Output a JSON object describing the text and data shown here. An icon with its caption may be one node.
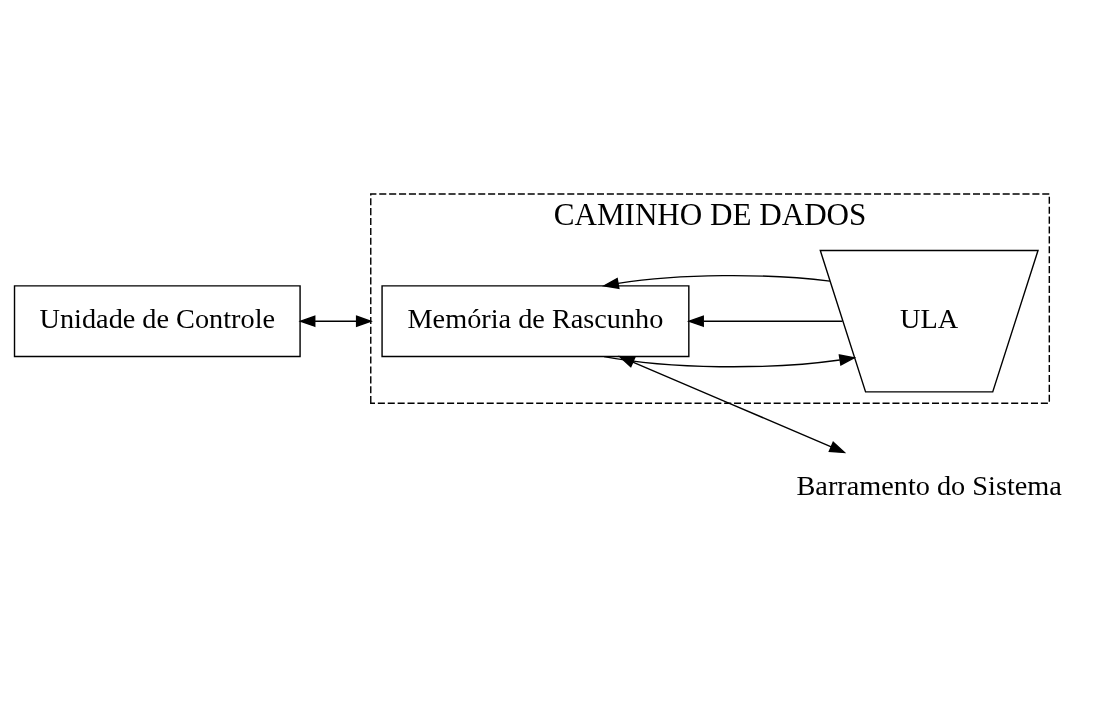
{
  "diagram": {
    "nodes": [
      {
        "text": [
          "CAMINHO DE DADOS"
        ]
      },
      {
        "text": [
          "Memória de Rascunho"
        ],
        "in": 0
      },
      {
        "text": [
          "ULA"
        ],
        "in": 0
      },
      {
        "text": [
          "Unidade de Controle"
        ]
      },
      {
        "text": [
          "Barramento do Sistema"
        ]
      }
    ],
    "edges": [
      {
        "from": 3,
        "to": 0,
        "arrow": "both"
      },
      {
        "from": 1,
        "to": 4,
        "arrow": "both"
      },
      {
        "from": 1,
        "to": 2,
        "arrow": "to"
      },
      {
        "from": 2,
        "to": 1,
        "arrow": "to"
      },
      {
        "from": 2,
        "to": 1,
        "arrow": "to"
      }
    ]
  }
}
